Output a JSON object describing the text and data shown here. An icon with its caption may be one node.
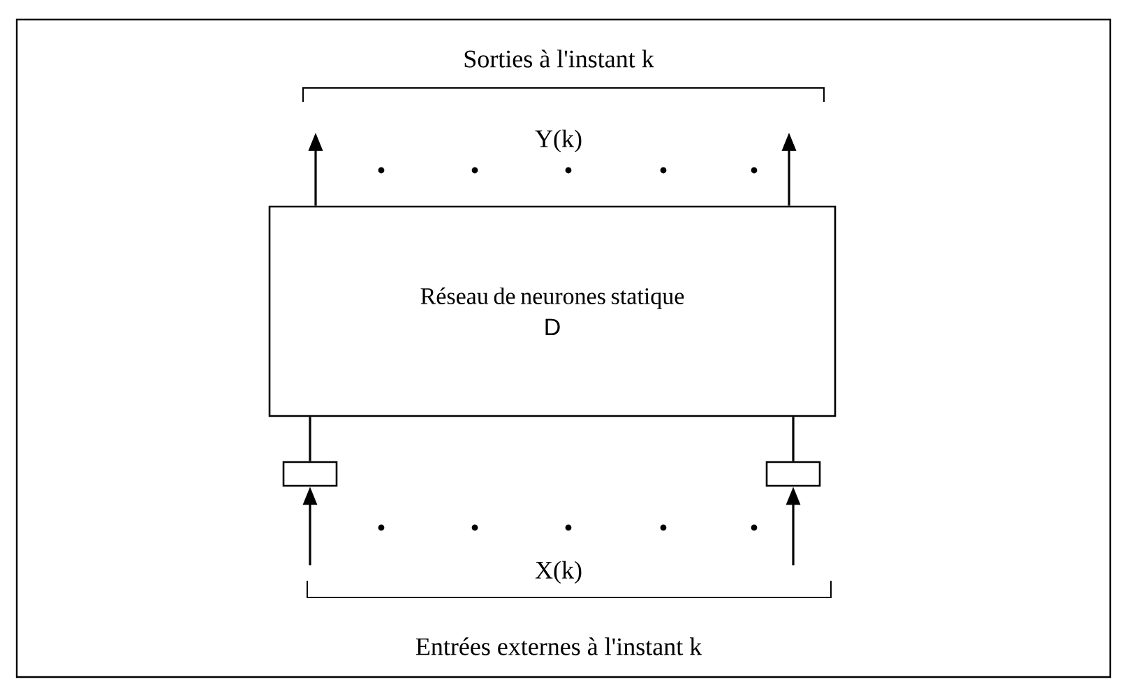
{
  "diagram": {
    "nodes": [
      {
        "text": [
          "Réseau de neurones statique",
          "D"
        ]
      },
      {
        "text": [],
        "shape": "box"
      },
      {
        "text": [],
        "shape": "box"
      }
    ],
    "edges": [
      {
        "from": null,
        "to": 1,
        "arrow": "to"
      },
      {
        "from": null,
        "to": 2,
        "arrow": "to"
      },
      {
        "from": 1,
        "to": 0,
        "arrow": "none"
      },
      {
        "from": 2,
        "to": 0,
        "arrow": "none"
      },
      {
        "from": 0,
        "to": null,
        "arrow": "to"
      },
      {
        "from": 0,
        "to": null,
        "arrow": "to"
      }
    ],
    "labels": [
      "Sorties à l'instant k",
      "Y(k)",
      "X(k)",
      "Entrées externes à l'instant k"
    ]
  }
}
